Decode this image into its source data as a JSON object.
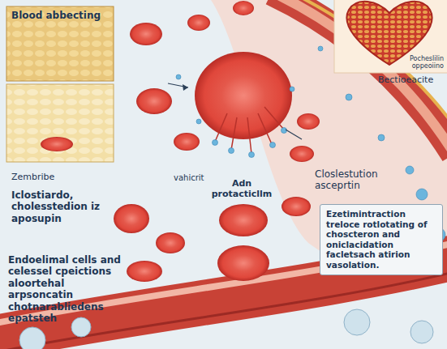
{
  "diagram": {
    "nodes": [
      {
        "text": [
          "Blood abbecting"
        ]
      },
      {
        "text": [
          "Pocheslilin oppeoiino"
        ]
      },
      {
        "text": [
          "Ezetimintraction treloce rotlotating of choscteron and oniclacidation facletsach atirion vasolation."
        ]
      }
    ],
    "labels": [
      "Zembribe",
      "Iclostiardo, cholesstedion iz aposupin",
      "vahicrit",
      "Adn protacticllm",
      "Closlestution asceprtin",
      "Bectioeacite",
      "Endoelimal cells and celessel cpeictions aloortehal arpsoncatin chotnarabliedens epatsteh"
    ]
  }
}
